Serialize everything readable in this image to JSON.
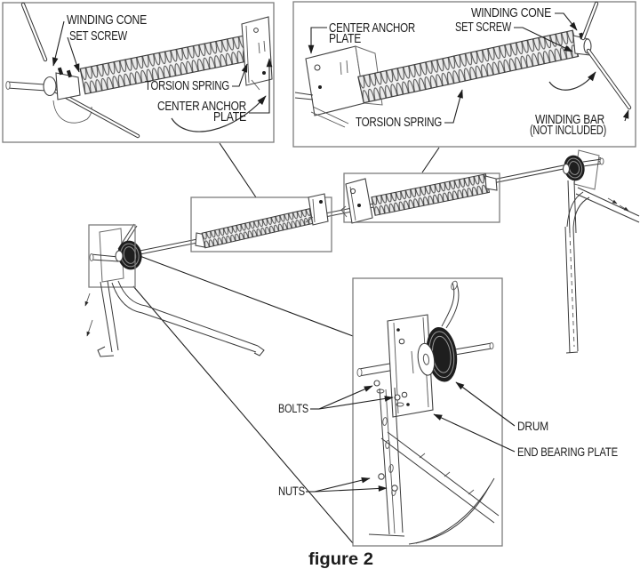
{
  "figure_caption": "figure 2",
  "colors": {
    "background": "#ffffff",
    "line": "#2e2e2e",
    "box_border": "#7d7d7d",
    "text": "#1c1c1c",
    "drum_fill": "#1e1e1e"
  },
  "inset_top_left": {
    "labels": {
      "winding_cone": "WINDING CONE",
      "set_screw": "SET SCREW",
      "torsion_spring": "TORSION SPRING",
      "center_anchor": "CENTER ANCHOR",
      "center_anchor_plate": "PLATE"
    }
  },
  "inset_top_right": {
    "labels": {
      "center_anchor": "CENTER ANCHOR",
      "center_anchor_plate": "PLATE",
      "winding_cone": "WINDING CONE",
      "set_screw": "SET SCREW",
      "torsion_spring": "TORSION SPRING",
      "winding_bar": "WINDING BAR",
      "winding_bar_note": "(NOT INCLUDED)"
    }
  },
  "inset_bottom": {
    "labels": {
      "bolts": "BOLTS",
      "nuts": "NUTS",
      "drum": "DRUM",
      "end_bearing_plate": "END BEARING PLATE"
    }
  }
}
